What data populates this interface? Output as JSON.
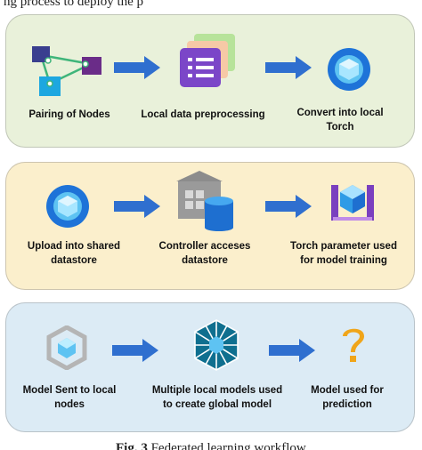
{
  "caption_top": "ng process to deploy the p",
  "rows": [
    {
      "steps": [
        {
          "label": "Pairing of Nodes",
          "icon": "node-graph-icon"
        },
        {
          "label": "Local data preprocessing",
          "icon": "data-list-icon"
        },
        {
          "label": "Convert into local Torch",
          "icon": "torch-cube-icon"
        }
      ]
    },
    {
      "steps": [
        {
          "label": "Upload into shared datastore",
          "icon": "torch-cube-icon"
        },
        {
          "label": "Controller acceses datastore",
          "icon": "warehouse-database-icon"
        },
        {
          "label": "Torch parameter used for model training",
          "icon": "training-cube-icon"
        }
      ]
    },
    {
      "steps": [
        {
          "label": "Model Sent to local nodes",
          "icon": "hexagon-cube-icon"
        },
        {
          "label": "Multiple local models used to create global model",
          "icon": "mesh-hexagon-icon"
        },
        {
          "label": "Model used for prediction",
          "icon": "question-mark-icon"
        }
      ]
    }
  ],
  "caption_bottom": {
    "fig_label": "Fig. 3",
    "text": "Federated learning workflow"
  },
  "colors": {
    "panel1": "#e9f1da",
    "panel2": "#fbefcc",
    "panel3": "#dcebf5",
    "arrow": "#2f6fcf"
  }
}
